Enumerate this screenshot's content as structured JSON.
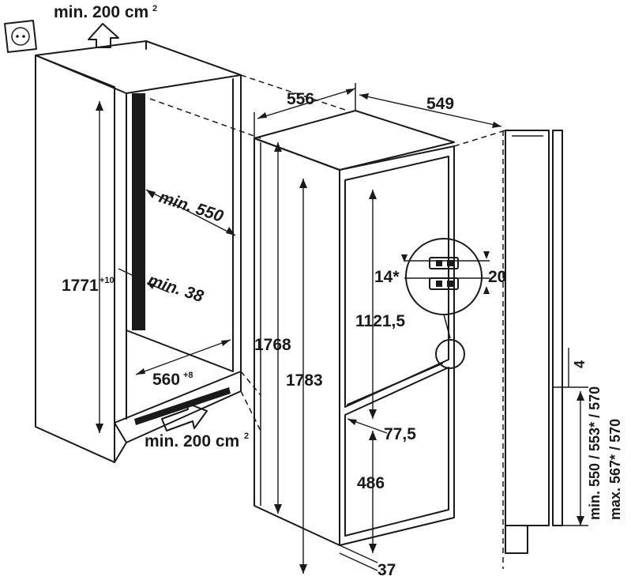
{
  "labels": {
    "vent_top": "min. 200 cm",
    "vent_top_sup": "2",
    "vent_bottom": "min. 200 cm",
    "vent_bottom_sup": "2",
    "depth_min": "min. 550",
    "gap_min": "min. 38",
    "niche_height": "1771",
    "niche_height_sup": "+10",
    "niche_width": "560",
    "niche_width_sup": "+8",
    "width": "556",
    "depth": "549",
    "hinge_a": "14*",
    "hinge_b": "20",
    "height_body": "1768",
    "height_total": "1783",
    "door_upper": "1121,5",
    "door_lower": "486",
    "door_gap": "77,5",
    "bottom_offset": "37",
    "side_gap": "4",
    "side_door": "min. 550 / 553* / 570",
    "side_door_max": "max. 567* / 570"
  },
  "icons": [
    "power-socket-icon",
    "up-arrow-icon",
    "right-arrow-icon"
  ]
}
